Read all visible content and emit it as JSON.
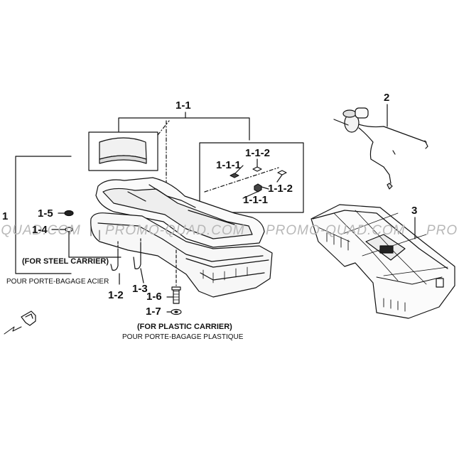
{
  "labels": {
    "p1": "1",
    "p1_1": "1-1",
    "p1_1_1a": "1-1-1",
    "p1_1_1b": "1-1-1",
    "p1_1_2a": "1-1-2",
    "p1_1_2b": "1-1-2",
    "p1_2": "1-2",
    "p1_3": "1-3",
    "p1_4": "1-4",
    "p1_5": "1-5",
    "p1_6": "1-6",
    "p1_7": "1-7",
    "p2": "2",
    "p3": "3"
  },
  "notes": {
    "steel_en": "(FOR STEEL CARRIER)",
    "steel_fr": "POUR PORTE-BAGAGE ACIER",
    "plastic_en": "(FOR PLASTIC CARRIER)",
    "plastic_fr": "POUR PORTE-BAGAGE PLASTIQUE"
  },
  "watermark": {
    "segments": [
      "-QUAD.COM",
      "PROMO-QUAD.COM",
      "PROMO-QUAD.COM",
      "PRO"
    ]
  },
  "icons": {
    "front_arrow": "front-direction-arrow-icon"
  }
}
